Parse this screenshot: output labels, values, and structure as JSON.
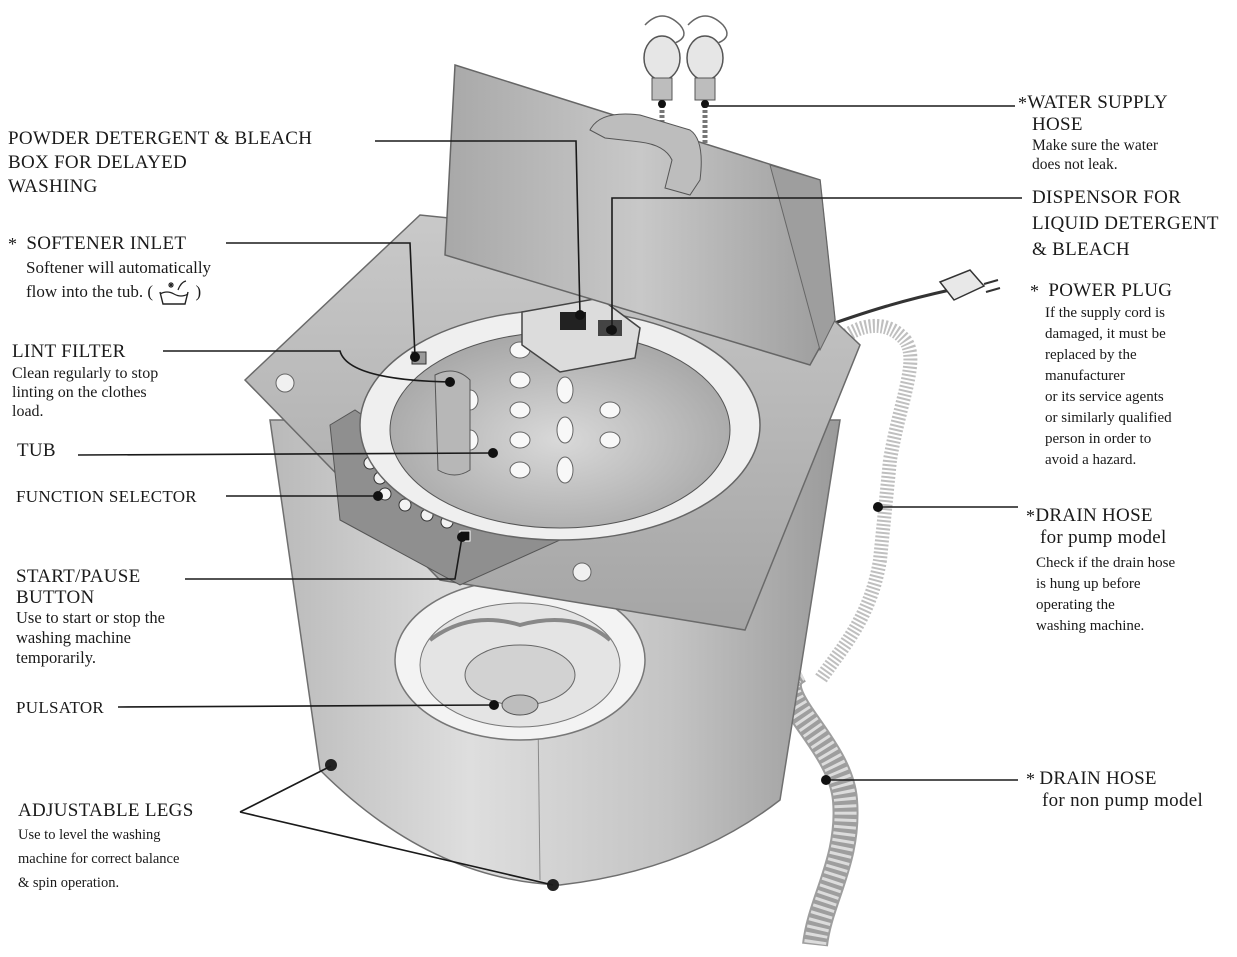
{
  "labels": {
    "powder_detergent": {
      "title_lines": [
        "POWDER DETERGENT & BLEACH",
        "BOX FOR DELAYED",
        "WASHING"
      ]
    },
    "softener_inlet": {
      "star": "*",
      "title": "SOFTENER  INLET",
      "desc_lines": [
        "Softener will automatically",
        "flow into the tub. ("
      ],
      "desc_end": ")",
      "symbol_icon": "softener-symbol-icon"
    },
    "lint_filter": {
      "title": "LINT FILTER",
      "desc_lines": [
        "Clean regularly to stop",
        "linting on the clothes",
        "load."
      ]
    },
    "tub": {
      "title": "TUB"
    },
    "function_selector": {
      "title": "FUNCTION SELECTOR"
    },
    "start_pause": {
      "title_lines": [
        "START/PAUSE",
        "BUTTON"
      ],
      "desc_lines": [
        "Use to start or stop the",
        "washing machine",
        "temporarily."
      ]
    },
    "pulsator": {
      "title": "PULSATOR"
    },
    "adjustable_legs": {
      "title": "ADJUSTABLE LEGS",
      "desc_lines": [
        "Use to level the washing",
        "machine for correct balance",
        "& spin operation."
      ]
    },
    "water_supply_hose": {
      "star": "*",
      "title_lines": [
        "WATER SUPPLY",
        "HOSE"
      ],
      "desc_lines": [
        "Make sure the water",
        "does not leak."
      ]
    },
    "dispensor": {
      "title_lines": [
        "DISPENSOR FOR",
        "LIQUID DETERGENT",
        "& BLEACH"
      ]
    },
    "power_plug": {
      "star": "*",
      "title": "POWER PLUG",
      "desc_lines": [
        "If the supply cord is",
        "damaged, it must be",
        "replaced by the",
        "manufacturer",
        "or its service agents",
        "or similarly qualified",
        "person in order to",
        "avoid a hazard."
      ]
    },
    "drain_hose_pump": {
      "star": "*",
      "title_lines": [
        "DRAIN HOSE",
        "for pump model"
      ],
      "desc_lines": [
        "Check if the drain hose",
        "is hung up before",
        "operating the",
        "washing machine."
      ]
    },
    "drain_hose_non_pump": {
      "star": "*",
      "title_lines": [
        "DRAIN HOSE",
        "for non pump model"
      ]
    }
  },
  "colors": {
    "body_light": "#d6d6d6",
    "body_mid": "#a9a9a9",
    "body_dark": "#7d7d7d",
    "leader_line": "#1a1a1a"
  }
}
